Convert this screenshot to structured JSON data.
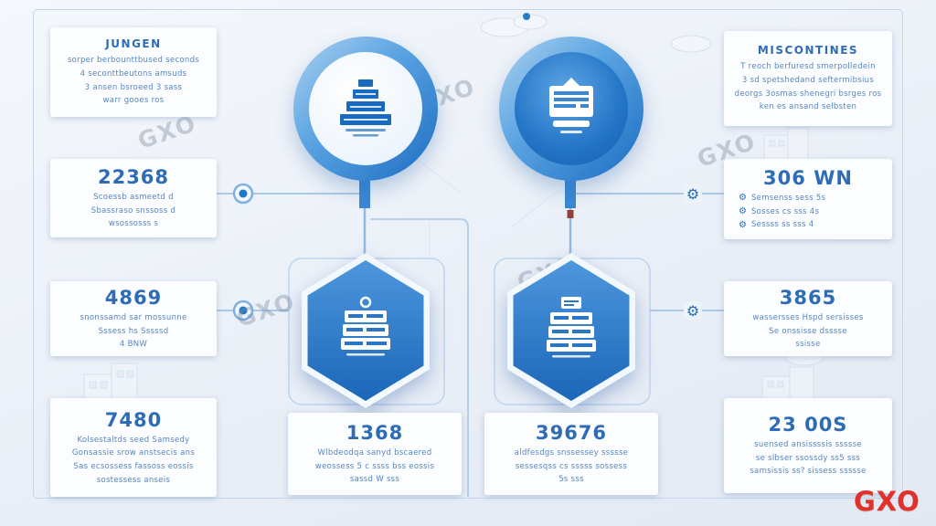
{
  "brand": {
    "watermark": "GXO",
    "logo": "GXO",
    "accent_blue": "#1e6fbf",
    "logo_red": "#e2312a"
  },
  "icons": {
    "gear": "⚙",
    "connector_node": "double-ring-dot",
    "layer_stack": "tiered-server-stack",
    "server_terminal": "terminal-with-lines",
    "storage_drawers": "stacked-drawers"
  },
  "left_cards": [
    {
      "title": "JUNGEN",
      "lines": [
        "sorper berbounttbused seconds",
        "4 seconttbeutons amsuds",
        "3 ansen bsroeed 3 sass",
        "warr gooes ros"
      ]
    },
    {
      "value": "22368",
      "lines": [
        "Scoessb asmeetd d",
        "Sbassraso snssoss d",
        "wsossosss s"
      ]
    },
    {
      "value": "4869",
      "lines": [
        "snonssamd sar mossunne",
        "Sssess hs Sssssd",
        "4 BNW"
      ]
    },
    {
      "value": "7480",
      "lines": [
        "Kolsestaltds seed Samsedy",
        "Gonsassie srow anstsecis ans",
        "Sas ecsossess fassoss eossis",
        "sostessess anseis"
      ]
    }
  ],
  "right_cards": [
    {
      "title": "MISCONTINES",
      "lines": [
        "T reoch berfuresd smerpolledein",
        "3 sd spetshedand seftermibsius",
        "deorgs 3osmas shenegri bsrges ros",
        "ken es ansand selbsten"
      ]
    },
    {
      "value": "306 WN",
      "lines": [
        "Semsenss sess 5s",
        "Sosses cs sss 4s",
        "Sessss ss sss 4"
      ]
    },
    {
      "value": "3865",
      "lines": [
        "wassersses Hspd sersisses",
        "Se onssisse dsssse",
        "ssisse"
      ]
    },
    {
      "value": "23 00S",
      "lines": [
        "suensed ansissssis ssssse",
        "se slbser ssossdy ss5 sss",
        "samsissis ss? sissess ssssse"
      ]
    }
  ],
  "center_cards": [
    {
      "value": "1368",
      "lines": [
        "Wlbdeodqa sanyd bscaered",
        "weossess 5 c ssss bss eossis",
        "sassd W sss"
      ]
    },
    {
      "value": "39676",
      "lines": [
        "aldfesdgs snssessey ssssse",
        "sessesqss cs sssss sossess",
        "5s sss"
      ]
    }
  ]
}
